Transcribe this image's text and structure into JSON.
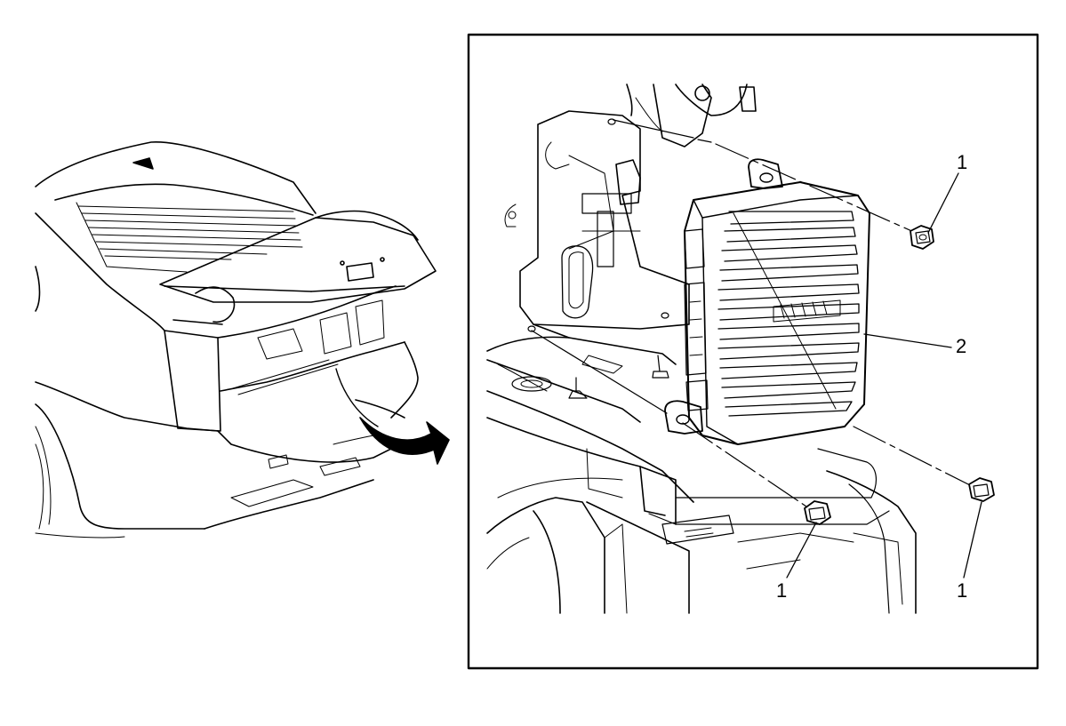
{
  "callouts": {
    "fastener_top": "1",
    "module": "2",
    "fastener_bottom_left": "1",
    "fastener_bottom_right": "1"
  },
  "colors": {
    "line": "#000000",
    "background": "#ffffff"
  },
  "icons": {
    "arrow": "curved-arrow-icon"
  }
}
